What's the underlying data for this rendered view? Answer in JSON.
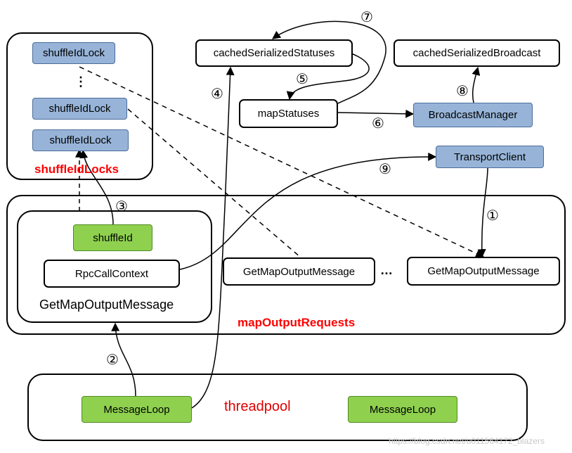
{
  "locks": {
    "items": [
      "shuffleIdLock",
      "shuffleIdLock",
      "shuffleIdLock"
    ],
    "ellipsis": "⋮",
    "title": "shuffleIdLocks"
  },
  "status": {
    "cached_statuses": "cachedSerializedStatuses",
    "cached_broadcast": "cachedSerializedBroadcast",
    "map_statuses": "mapStatuses",
    "broadcast_manager": "BroadcastManager",
    "transport_client": "TransportClient"
  },
  "requests": {
    "shuffle_id": "shuffleId",
    "rpc_context": "RpcCallContext",
    "message_main": "GetMapOutputMessage",
    "message_2": "GetMapOutputMessage",
    "ellipsis": "…",
    "message_3": "GetMapOutputMessage",
    "title": "mapOutputRequests"
  },
  "pool": {
    "loop_1": "MessageLoop",
    "title": "threadpool",
    "loop_2": "MessageLoop"
  },
  "steps": [
    "①",
    "②",
    "③",
    "④",
    "⑤",
    "⑥",
    "⑦",
    "⑧",
    "⑨"
  ],
  "watermark": "https://blog.csdn.net/u011564172_blazers",
  "colors": {
    "blue_node": "#97b4d8",
    "green_node": "#8fd14f",
    "title_red": "#ff0000"
  }
}
